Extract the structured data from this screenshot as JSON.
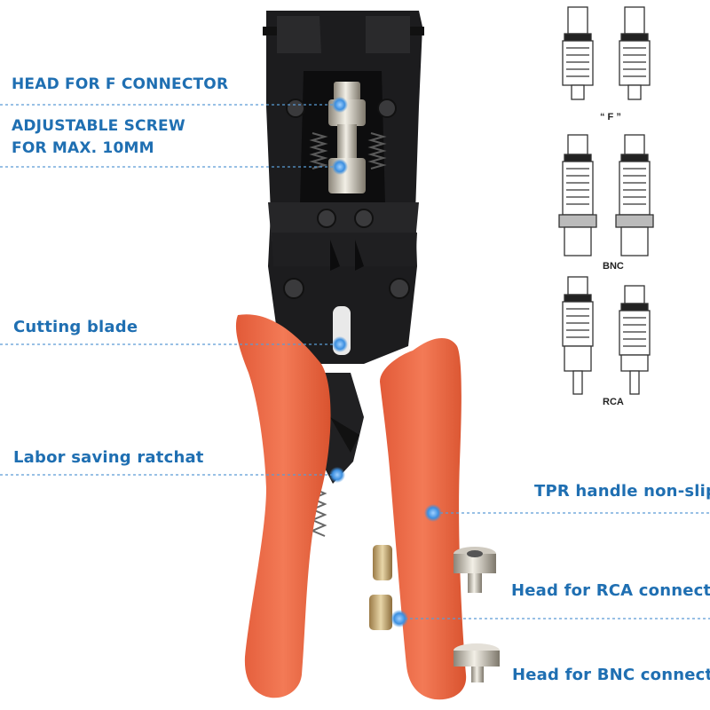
{
  "accent_color": "#1f6fb2",
  "handle_color": "#ef6a47",
  "labels": {
    "f_head": "HEAD FOR F CONNECTOR",
    "screw_line1": "ADJUSTABLE SCREW",
    "screw_line2": "FOR MAX. 10MM",
    "blade": "Cutting blade",
    "ratchet": "Labor saving ratchat",
    "handle": "TPR handle non-slip",
    "rca_head": "Head for RCA connector",
    "bnc_head": "Head for BNC connector"
  },
  "connectors": {
    "f": "“ F ”",
    "bnc": "BNC",
    "rca": "RCA"
  }
}
